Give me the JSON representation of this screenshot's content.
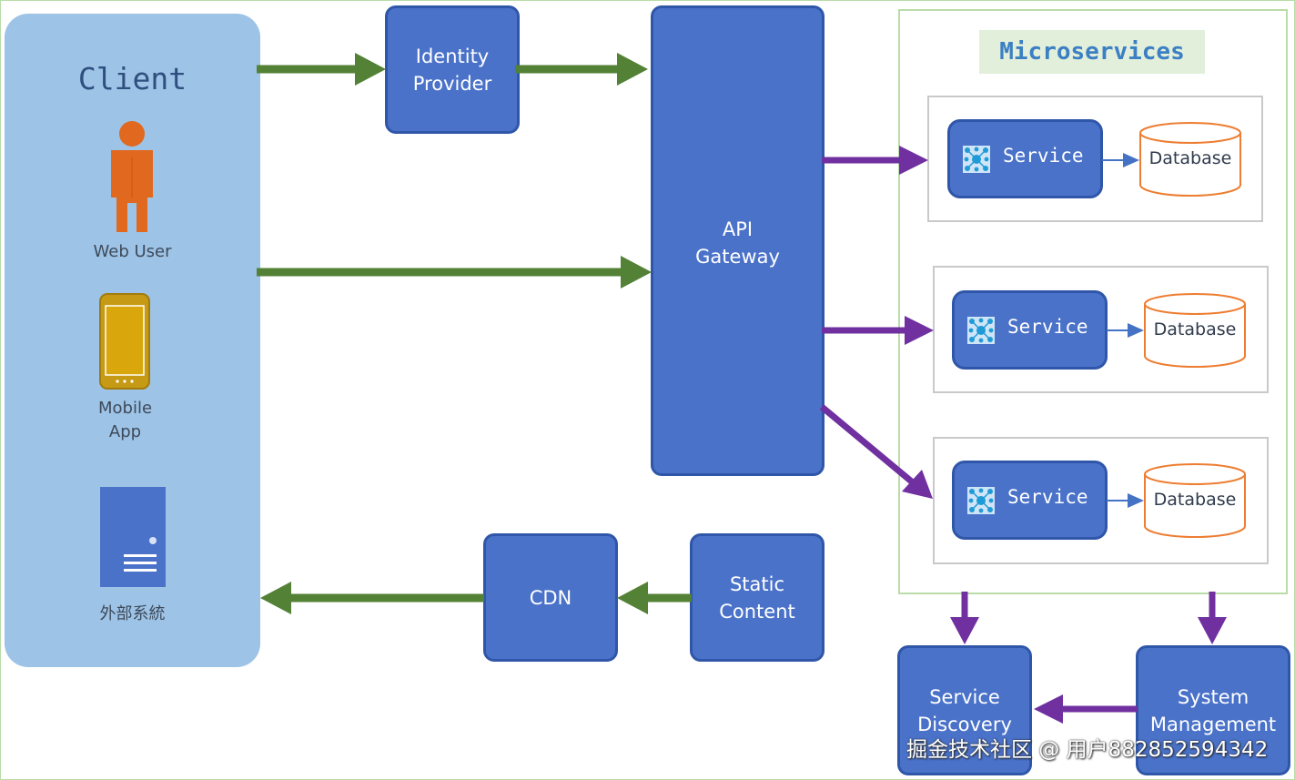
{
  "client": {
    "title": "Client",
    "web_user": "Web User",
    "mobile_app": "Mobile\nApp",
    "external_system": "外部系統"
  },
  "nodes": {
    "identity_provider": "Identity\nProvider",
    "api_gateway": "API\nGateway",
    "cdn": "CDN",
    "static_content": "Static\nContent",
    "service_discovery": "Service\nDiscovery",
    "system_management": "System\nManagement"
  },
  "microservices": {
    "title": "Microservices",
    "groups": [
      {
        "service": "Service",
        "database": "Database"
      },
      {
        "service": "Service",
        "database": "Database"
      },
      {
        "service": "Service",
        "database": "Database"
      }
    ]
  },
  "colors": {
    "green_arrow": "#538135",
    "purple_arrow": "#7030a0",
    "box_fill": "#4a72c9",
    "client_panel": "#9dc3e6",
    "database_outline": "#ed7d31"
  },
  "watermark": "掘金技术社区 @ 用户882852594342"
}
